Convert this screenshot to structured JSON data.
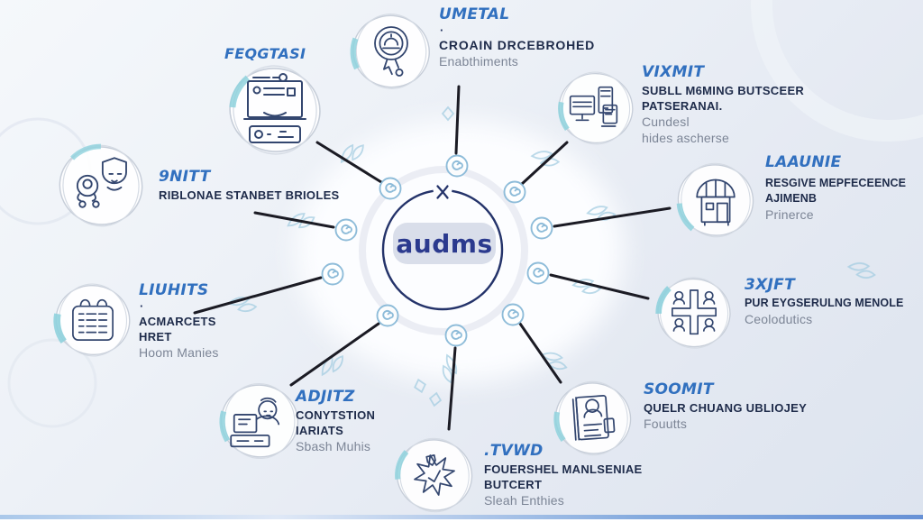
{
  "center": {
    "label": "audms",
    "mark": "x"
  },
  "nodes": [
    {
      "title": "UMETAL",
      "bullet": "·",
      "bold": [
        "CROAIN DRCEBROHED"
      ],
      "gray": [
        "Enabthiments"
      ],
      "icon": "award-medal-icon"
    },
    {
      "title": "FEQGTASI",
      "bold": [],
      "gray": [],
      "icon": "laptop-document-icon"
    },
    {
      "title": "VIXMIT",
      "bold": [
        "SUBLL M6MING BUTSCEER",
        "PATSERANAI."
      ],
      "gray": [
        "Cundesl",
        "hides ascherse"
      ],
      "icon": "computer-workstation-icon"
    },
    {
      "title": "LAAUNIE",
      "bold": [
        "RESGIVE MEPFECEENCE",
        "AJIMENB"
      ],
      "gray": [
        "Prinerce"
      ],
      "icon": "market-stall-icon"
    },
    {
      "title": "3XJFT",
      "bold": [
        "PUR EYGSERULNG MENOLE"
      ],
      "gray": [
        "Ceolodutics"
      ],
      "icon": "cross-people-icon"
    },
    {
      "title": "SOOMIT",
      "bold": [
        "QUELR CHUANG UBLIOJEY"
      ],
      "gray": [
        "Fouutts"
      ],
      "icon": "clipboard-person-icon"
    },
    {
      "title": ".TVWD",
      "bold": [
        "FOUERSHEL MANLSENIAE",
        "BUTCERT"
      ],
      "gray": [
        "Sleah Enthies"
      ],
      "icon": "star-seal-icon"
    },
    {
      "title": "ADJITZ",
      "bold": [
        "CONYTSTION",
        "IARIATS"
      ],
      "gray": [
        "Sbash Muhis"
      ],
      "icon": "person-desk-icon"
    },
    {
      "title": "LIUHITS",
      "bullet": "·",
      "bold": [
        "ACMARCETS",
        "HRET"
      ],
      "gray": [
        "Hoom Manies"
      ],
      "icon": "notepad-list-icon"
    },
    {
      "title": "9NITT",
      "bold": [
        "RIBLONAE STANBET BRIOLES"
      ],
      "gray": [],
      "icon": "two-people-icon"
    }
  ],
  "colors": {
    "title_blue": "#3170bf",
    "navy": "#22335f",
    "teal": "#8ed2de",
    "line": "#1b1b24",
    "gray_text": "#7c8596",
    "center_text": "#2b3a8e"
  }
}
